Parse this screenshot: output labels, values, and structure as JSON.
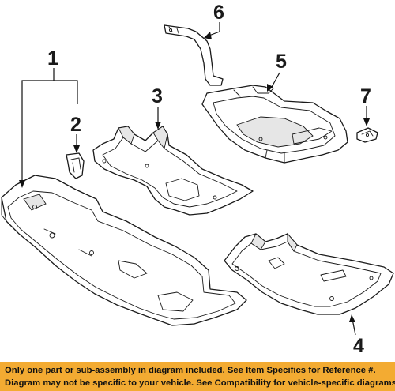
{
  "callouts": {
    "c1": "1",
    "c2": "2",
    "c3": "3",
    "c4": "4",
    "c5": "5",
    "c6": "6",
    "c7": "7"
  },
  "footer": {
    "line1": "Only one part or sub-assembly in diagram included. See Item Specifics for Reference #.",
    "line2": "Diagram may not be specific to your vehicle. See Compatibility for vehicle-specific diagrams."
  },
  "colors": {
    "footer_background": "#f3ab32",
    "line_art": "#1a1a1a",
    "background": "#ffffff"
  }
}
